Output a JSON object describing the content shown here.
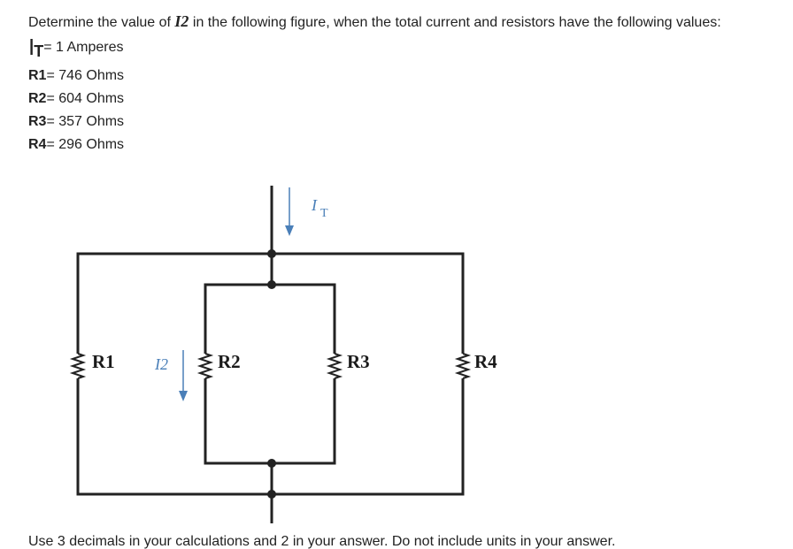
{
  "question": {
    "prefix": "Determine the value of ",
    "variable": "I2",
    "suffix": " in the following figure, when the total current and resistors have the following values:"
  },
  "given": {
    "it": {
      "symbol": "I",
      "subscript": "T",
      "value": "= 1 Amperes"
    },
    "r1": {
      "label": "R1",
      "value": "= 746 Ohms"
    },
    "r2": {
      "label": "R2",
      "value": "= 604 Ohms"
    },
    "r3": {
      "label": "R3",
      "value": "= 357 Ohms"
    },
    "r4": {
      "label": "R4",
      "value": "= 296 Ohms"
    }
  },
  "figure": {
    "it_symbol": "I",
    "it_subscript": "T",
    "i2_label": "I2",
    "r1_label": "R1",
    "r2_label": "R2",
    "r3_label": "R3",
    "r4_label": "R4",
    "wire_color": "#222222",
    "arrow_color": "#4a7fb8"
  },
  "footer": "Use 3 decimals in your calculations and 2 in your answer. Do not include units in your answer."
}
